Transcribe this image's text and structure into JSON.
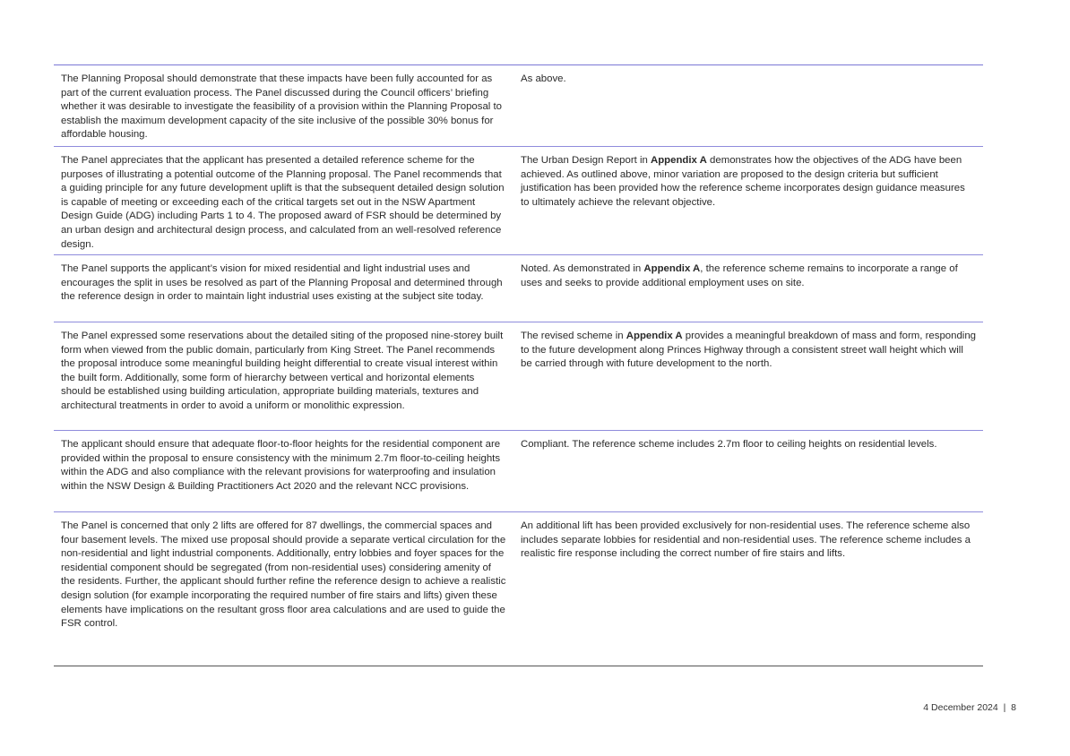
{
  "rows": [
    {
      "comment": "The Planning Proposal should demonstrate that these impacts have been fully accounted for as part of the current evaluation process. The Panel discussed during the Council officers’ briefing whether it was desirable to investigate the feasibility of a provision within the Planning Proposal to establish the maximum development capacity of the site inclusive of the possible 30% bonus for affordable housing.",
      "response_pre": "As above.",
      "response_bold": "",
      "response_post": ""
    },
    {
      "comment": "The Panel appreciates that the applicant has presented a detailed reference scheme for the purposes of illustrating a potential outcome of the Planning proposal. The Panel recommends that a guiding principle for any future development uplift is that the subsequent detailed design solution is capable of meeting or exceeding each of the critical targets set out in the NSW Apartment Design Guide (ADG) including Parts 1 to 4. The proposed award of FSR should be determined by an urban design and architectural design process, and calculated from an well-resolved reference design.",
      "response_pre": "The Urban Design Report in ",
      "response_bold": "Appendix A",
      "response_post": " demonstrates how the objectives of the ADG have been achieved. As outlined above, minor variation are proposed to the design criteria but sufficient justification has been provided how the reference scheme incorporates design guidance measures to ultimately achieve the relevant objective."
    },
    {
      "comment": "The Panel supports the applicant’s vision for mixed residential and light industrial uses and encourages the split in uses be resolved as part of the Planning Proposal and determined through the reference design in order to maintain light industrial uses existing at the subject site today.",
      "response_pre": "Noted. As demonstrated in ",
      "response_bold": "Appendix A",
      "response_post": ", the reference scheme remains to incorporate a range of uses and seeks to provide additional employment uses on site."
    },
    {
      "comment": "The Panel expressed some reservations about the detailed siting of the proposed nine-storey built form when viewed from the public domain, particularly from King Street. The Panel recommends the proposal introduce some meaningful building height differential to create visual interest within the built form. Additionally, some form of hierarchy between vertical and horizontal elements should be established using building articulation, appropriate building materials, textures and architectural treatments in order to avoid a uniform or monolithic expression.",
      "response_pre": "The revised scheme in ",
      "response_bold": "Appendix A",
      "response_post": " provides a meaningful breakdown of mass and form, responding to the future development along Princes Highway through a consistent street wall height which will be carried through with future development to the north."
    },
    {
      "comment": "The applicant should ensure that adequate floor-to-floor heights for the residential component are provided within the proposal to ensure consistency with the minimum 2.7m floor-to-ceiling heights within the ADG and also compliance with the relevant provisions for waterproofing and insulation within the NSW Design & Building Practitioners Act 2020 and the relevant NCC provisions.",
      "response_pre": "Compliant. The reference scheme includes 2.7m floor to ceiling heights on residential levels.",
      "response_bold": "",
      "response_post": ""
    },
    {
      "comment": "The Panel is concerned that only 2 lifts are offered for 87 dwellings, the commercial spaces and four basement levels. The mixed use proposal should provide a separate vertical circulation for the non-residential and light industrial components. Additionally, entry lobbies and foyer spaces for the residential component should be segregated (from non-residential uses) considering amenity of the residents. Further, the applicant should further refine the reference design to achieve a realistic design solution (for example incorporating the required number of fire stairs and lifts) given these elements have implications on the resultant gross floor area calculations and are used to guide the FSR control.",
      "response_pre": "An additional lift has been provided exclusively for non-residential uses. The reference scheme also includes separate lobbies for residential and non-residential uses. The reference scheme includes a realistic fire response including the correct number of fire stairs and lifts.",
      "response_bold": "",
      "response_post": ""
    }
  ],
  "footer": {
    "date": "4 December 2024",
    "separator": "|",
    "page": "8"
  }
}
